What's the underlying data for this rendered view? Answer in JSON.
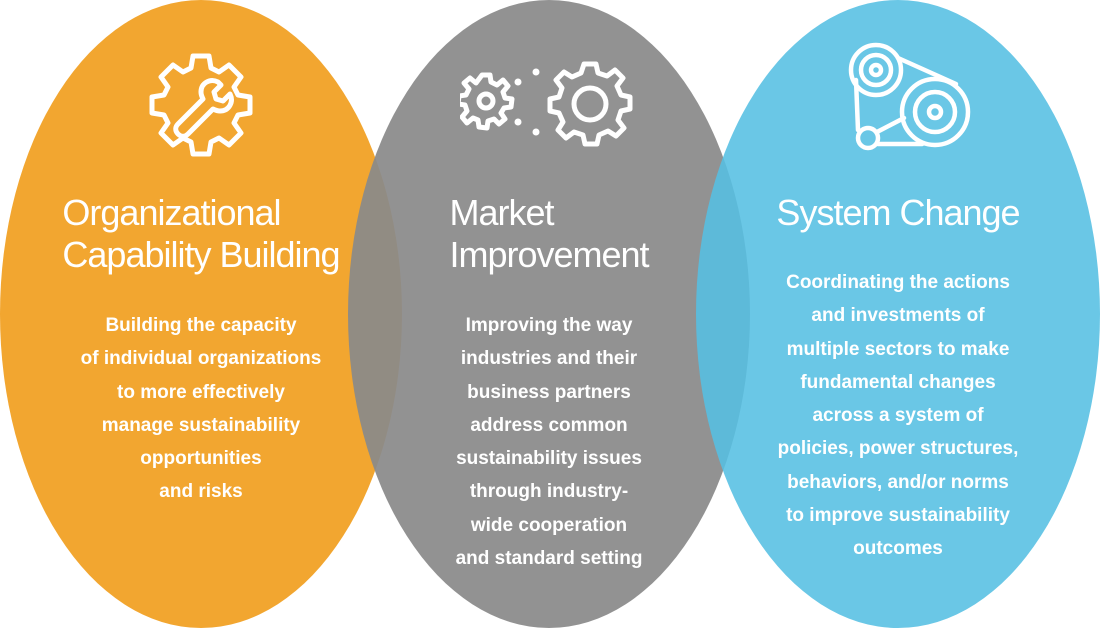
{
  "colors": {
    "orange": "#F2A630",
    "gray": "#8F8F8F",
    "blue": "#67C6E5",
    "text": "#FFFFFF"
  },
  "circles": [
    {
      "id": "organizational",
      "icon": "gear-wrench-icon",
      "title_lines": [
        "Organizational",
        "Capability Building"
      ],
      "body_lines": [
        "Building the capacity",
        "of individual organizations",
        "to more effectively",
        "manage sustainability",
        "opportunities",
        "and risks"
      ]
    },
    {
      "id": "market",
      "icon": "gears-icon",
      "title_lines": [
        "Market",
        "Improvement"
      ],
      "body_lines": [
        "Improving the way",
        "industries and their",
        "business partners",
        "address common",
        "sustainability issues",
        "through industry-",
        "wide cooperation",
        "and standard setting"
      ]
    },
    {
      "id": "system",
      "icon": "belt-pulley-icon",
      "title_lines": [
        "System Change"
      ],
      "body_lines": [
        "Coordinating the actions",
        "and investments of",
        "multiple sectors to make",
        "fundamental changes",
        "across a system of",
        "policies, power structures,",
        "behaviors, and/or norms",
        "to improve sustainability",
        "outcomes"
      ]
    }
  ]
}
